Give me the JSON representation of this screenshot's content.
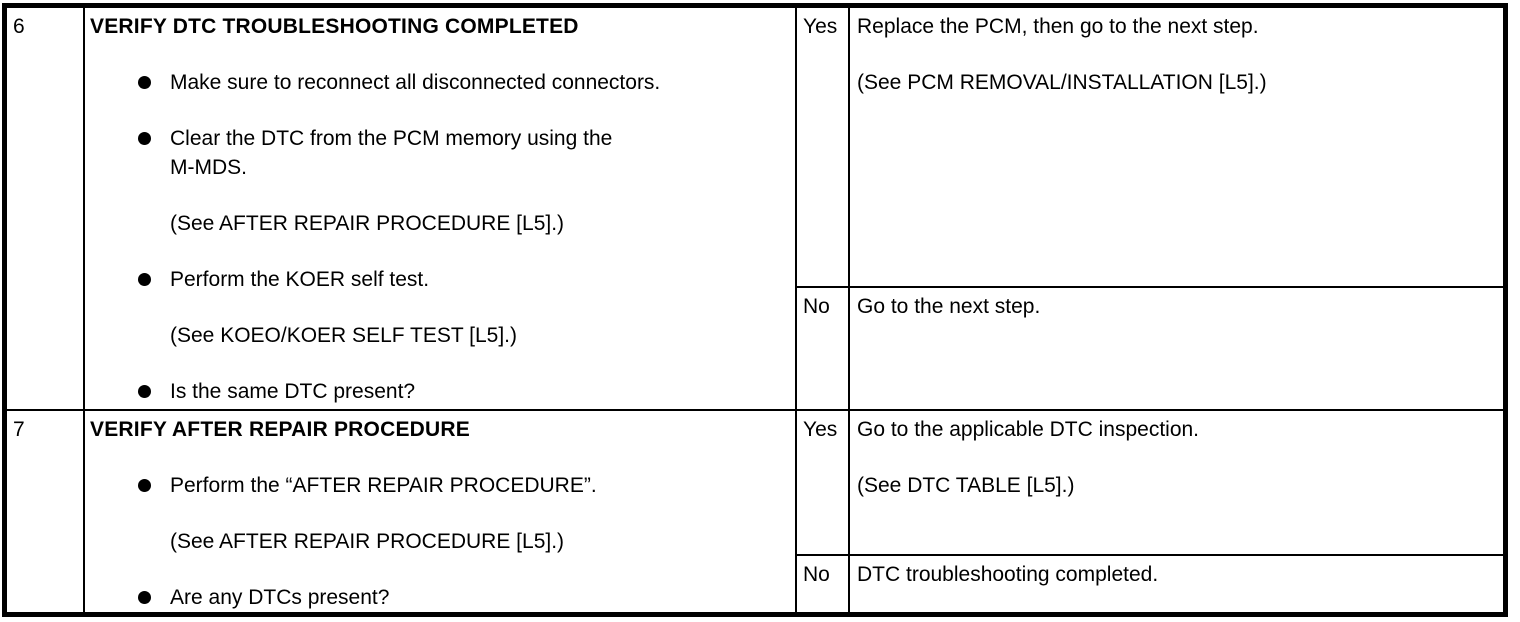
{
  "table": {
    "rows": [
      {
        "step": "6",
        "title": "VERIFY DTC TROUBLESHOOTING COMPLETED",
        "items": [
          {
            "kind": "bullet",
            "lines": [
              "Make sure to reconnect all disconnected connectors."
            ]
          },
          {
            "kind": "bullet",
            "lines": [
              "Clear the DTC from the PCM memory using the",
              "M-MDS."
            ]
          },
          {
            "kind": "note",
            "lines": [
              "(See AFTER REPAIR PROCEDURE [L5].)"
            ]
          },
          {
            "kind": "bullet",
            "lines": [
              "Perform the KOER self test."
            ]
          },
          {
            "kind": "note",
            "lines": [
              "(See KOEO/KOER SELF TEST [L5].)"
            ]
          },
          {
            "kind": "bullet",
            "lines": [
              "Is the same DTC present?"
            ]
          }
        ],
        "yes_label": "Yes",
        "yes_lines": [
          "Replace the PCM, then go to the next step.",
          "(See PCM REMOVAL/INSTALLATION [L5].)"
        ],
        "no_label": "No",
        "no_lines": [
          "Go to the next step."
        ]
      },
      {
        "step": "7",
        "title": "VERIFY AFTER REPAIR PROCEDURE",
        "items": [
          {
            "kind": "bullet",
            "lines": [
              "Perform the “AFTER REPAIR PROCEDURE”."
            ]
          },
          {
            "kind": "note",
            "lines": [
              "(See AFTER REPAIR PROCEDURE [L5].)"
            ]
          },
          {
            "kind": "bullet",
            "lines": [
              "Are any DTCs present?"
            ]
          }
        ],
        "yes_label": "Yes",
        "yes_lines": [
          "Go to the applicable DTC inspection.",
          "(See DTC TABLE [L5].)"
        ],
        "no_label": "No",
        "no_lines": [
          "DTC troubleshooting completed."
        ]
      }
    ],
    "colors": {
      "border": "#000000",
      "text": "#000000",
      "background": "#ffffff"
    }
  }
}
